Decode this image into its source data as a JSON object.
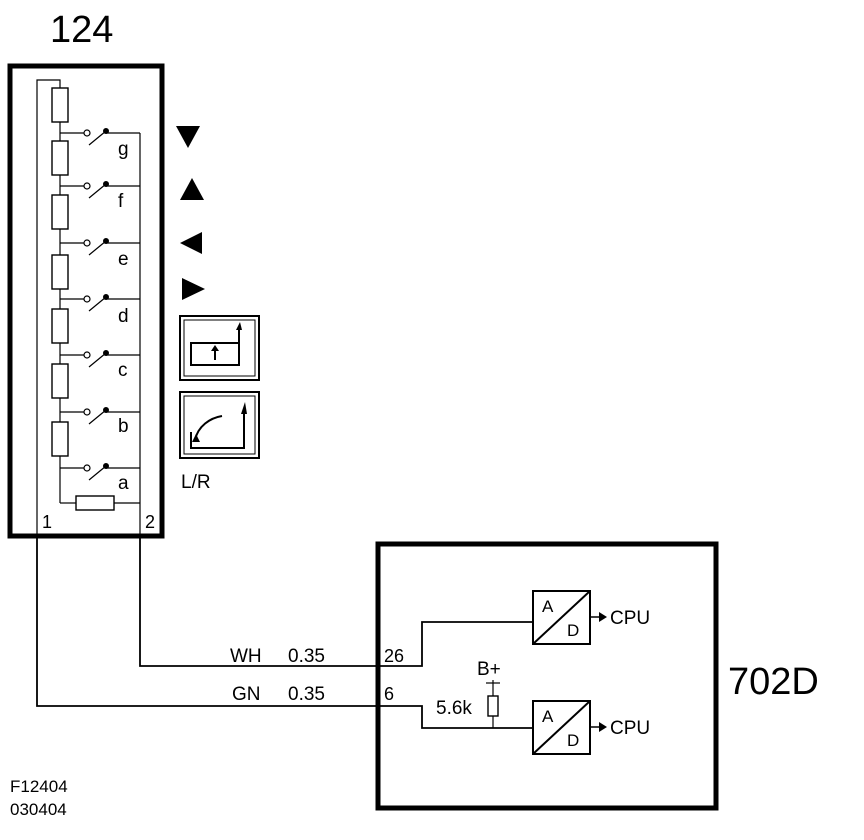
{
  "component_switch": {
    "id": "124",
    "pin_left": "1",
    "pin_right": "2",
    "switch_labels": [
      "g",
      "f",
      "e",
      "d",
      "c",
      "b",
      "a"
    ],
    "lr_label": "L/R",
    "icons": [
      "arrow-down-icon",
      "arrow-up-icon",
      "arrow-left-icon",
      "arrow-right-icon",
      "recall-button-icon",
      "fold-button-icon"
    ]
  },
  "component_module": {
    "id": "702D",
    "pin_top": "26",
    "pin_bottom": "6",
    "supply": "B+",
    "resistor_value": "5.6k",
    "converter_a": "A",
    "converter_d": "D",
    "cpu_label": "CPU"
  },
  "wires": [
    {
      "color": "WH",
      "size": "0.35"
    },
    {
      "color": "GN",
      "size": "0.35"
    }
  ],
  "footer": {
    "figure_id": "F12404",
    "date_code": "030404"
  }
}
